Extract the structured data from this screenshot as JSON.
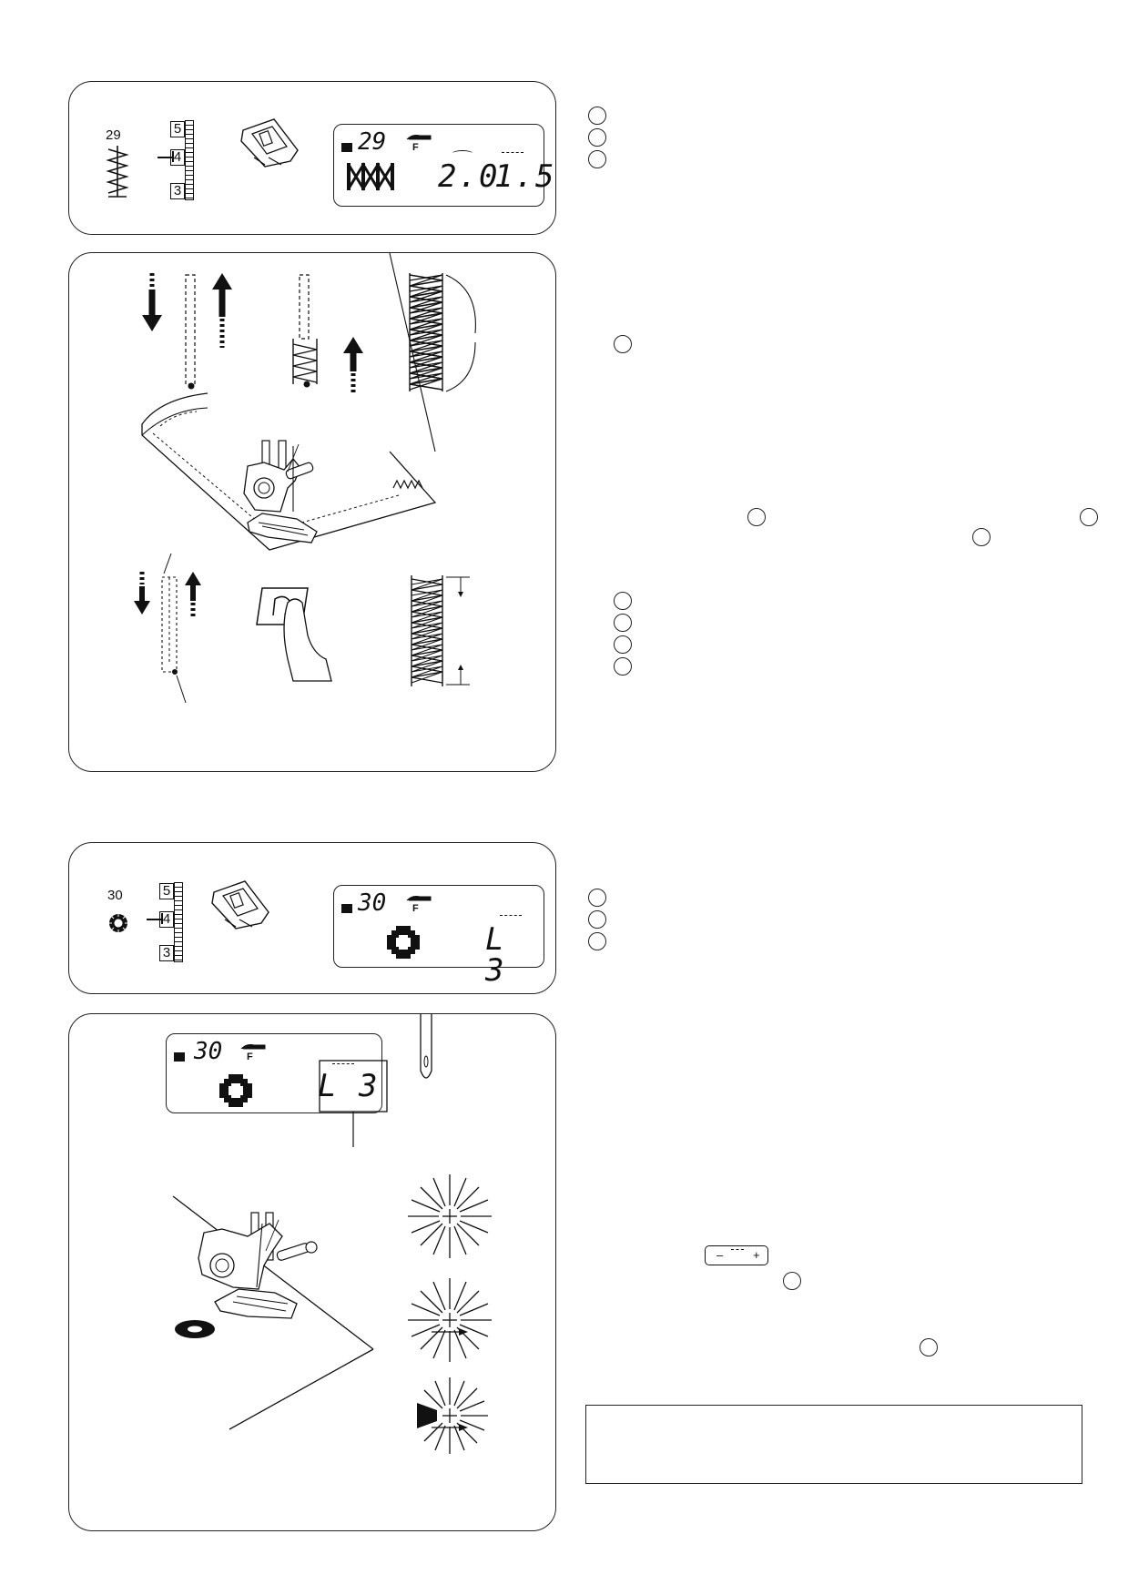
{
  "section_29": {
    "pattern_number": "29",
    "dial_numbers": [
      "5",
      "4",
      "3"
    ],
    "lcd": {
      "pattern": "29",
      "foot": "F",
      "width_value": "2.0",
      "length_value": "1.5"
    }
  },
  "section_30": {
    "pattern_number": "30",
    "dial_numbers": [
      "5",
      "4",
      "3"
    ],
    "lcd": {
      "pattern": "30",
      "foot": "F",
      "length_value": "L 3"
    },
    "detail_lcd": {
      "pattern": "30",
      "foot": "F",
      "length_value": "L 3"
    }
  },
  "adjust_key": {
    "minus": "–",
    "plus": "+"
  },
  "icons": [
    "zigzag-stitch-icon",
    "tension-dial-icon",
    "presser-foot-icon",
    "lcd-display",
    "eyelet-icon",
    "needle-icon",
    "reverse-button-icon",
    "finger-icon",
    "arrow-icon"
  ]
}
